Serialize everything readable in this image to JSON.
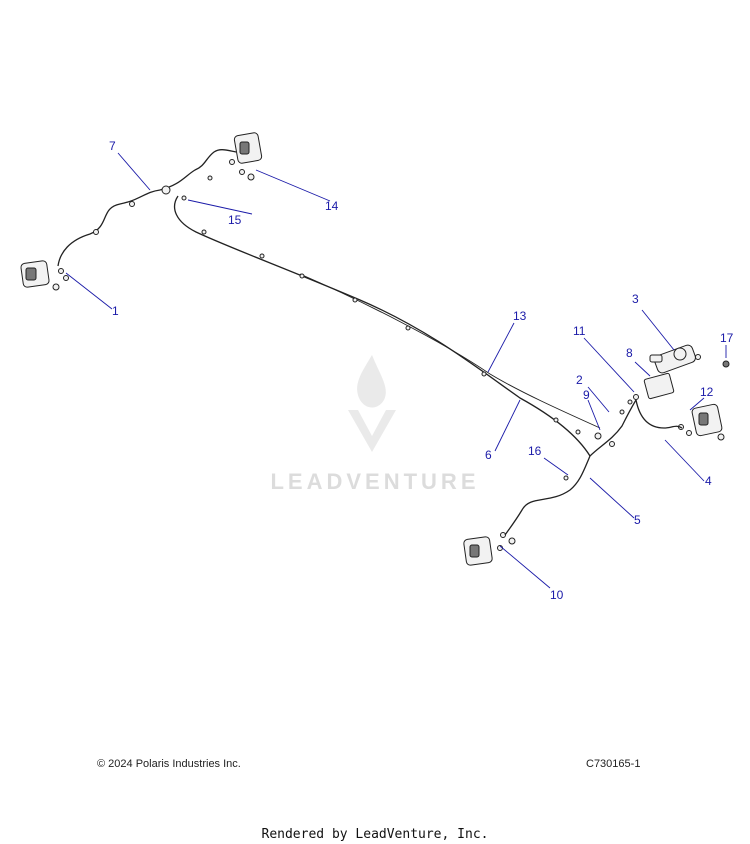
{
  "watermark": {
    "text": "LEADVENTURE"
  },
  "callouts": [
    {
      "id": "1",
      "label": "1"
    },
    {
      "id": "2",
      "label": "2"
    },
    {
      "id": "3",
      "label": "3"
    },
    {
      "id": "4",
      "label": "4"
    },
    {
      "id": "5",
      "label": "5"
    },
    {
      "id": "6",
      "label": "6"
    },
    {
      "id": "7",
      "label": "7"
    },
    {
      "id": "8",
      "label": "8"
    },
    {
      "id": "9",
      "label": "9"
    },
    {
      "id": "10",
      "label": "10"
    },
    {
      "id": "11",
      "label": "11"
    },
    {
      "id": "12",
      "label": "12"
    },
    {
      "id": "13",
      "label": "13"
    },
    {
      "id": "14",
      "label": "14"
    },
    {
      "id": "15",
      "label": "15"
    },
    {
      "id": "16",
      "label": "16"
    },
    {
      "id": "17",
      "label": "17"
    }
  ],
  "footer": {
    "copyright": "© 2024 Polaris Industries Inc.",
    "diagram_id": "C730165-1",
    "rendered_by": "Rendered by LeadVenture, Inc."
  },
  "colors": {
    "callout": "#1a1aa8",
    "line": "#222222",
    "watermark": "#dcdcdc"
  }
}
